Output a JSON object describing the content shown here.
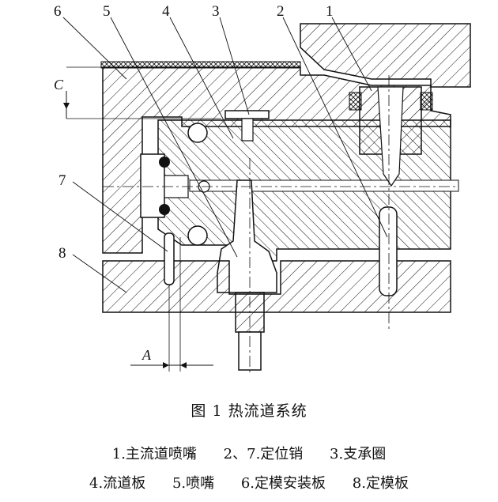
{
  "figure": {
    "callouts": [
      "6",
      "5",
      "4",
      "3",
      "2",
      "1",
      "7",
      "8"
    ],
    "dimension_labels": {
      "c": "C",
      "a": "A"
    }
  },
  "caption": {
    "title": "图 1  热流道系统",
    "legend_row1": [
      "1.主流道喷嘴",
      "2、7.定位销",
      "3.支承圈"
    ],
    "legend_row2": [
      "4.流道板",
      "5.喷嘴",
      "6.定模安装板",
      "8.定模板"
    ]
  },
  "colors": {
    "ink": "#111111",
    "background": "#ffffff"
  }
}
